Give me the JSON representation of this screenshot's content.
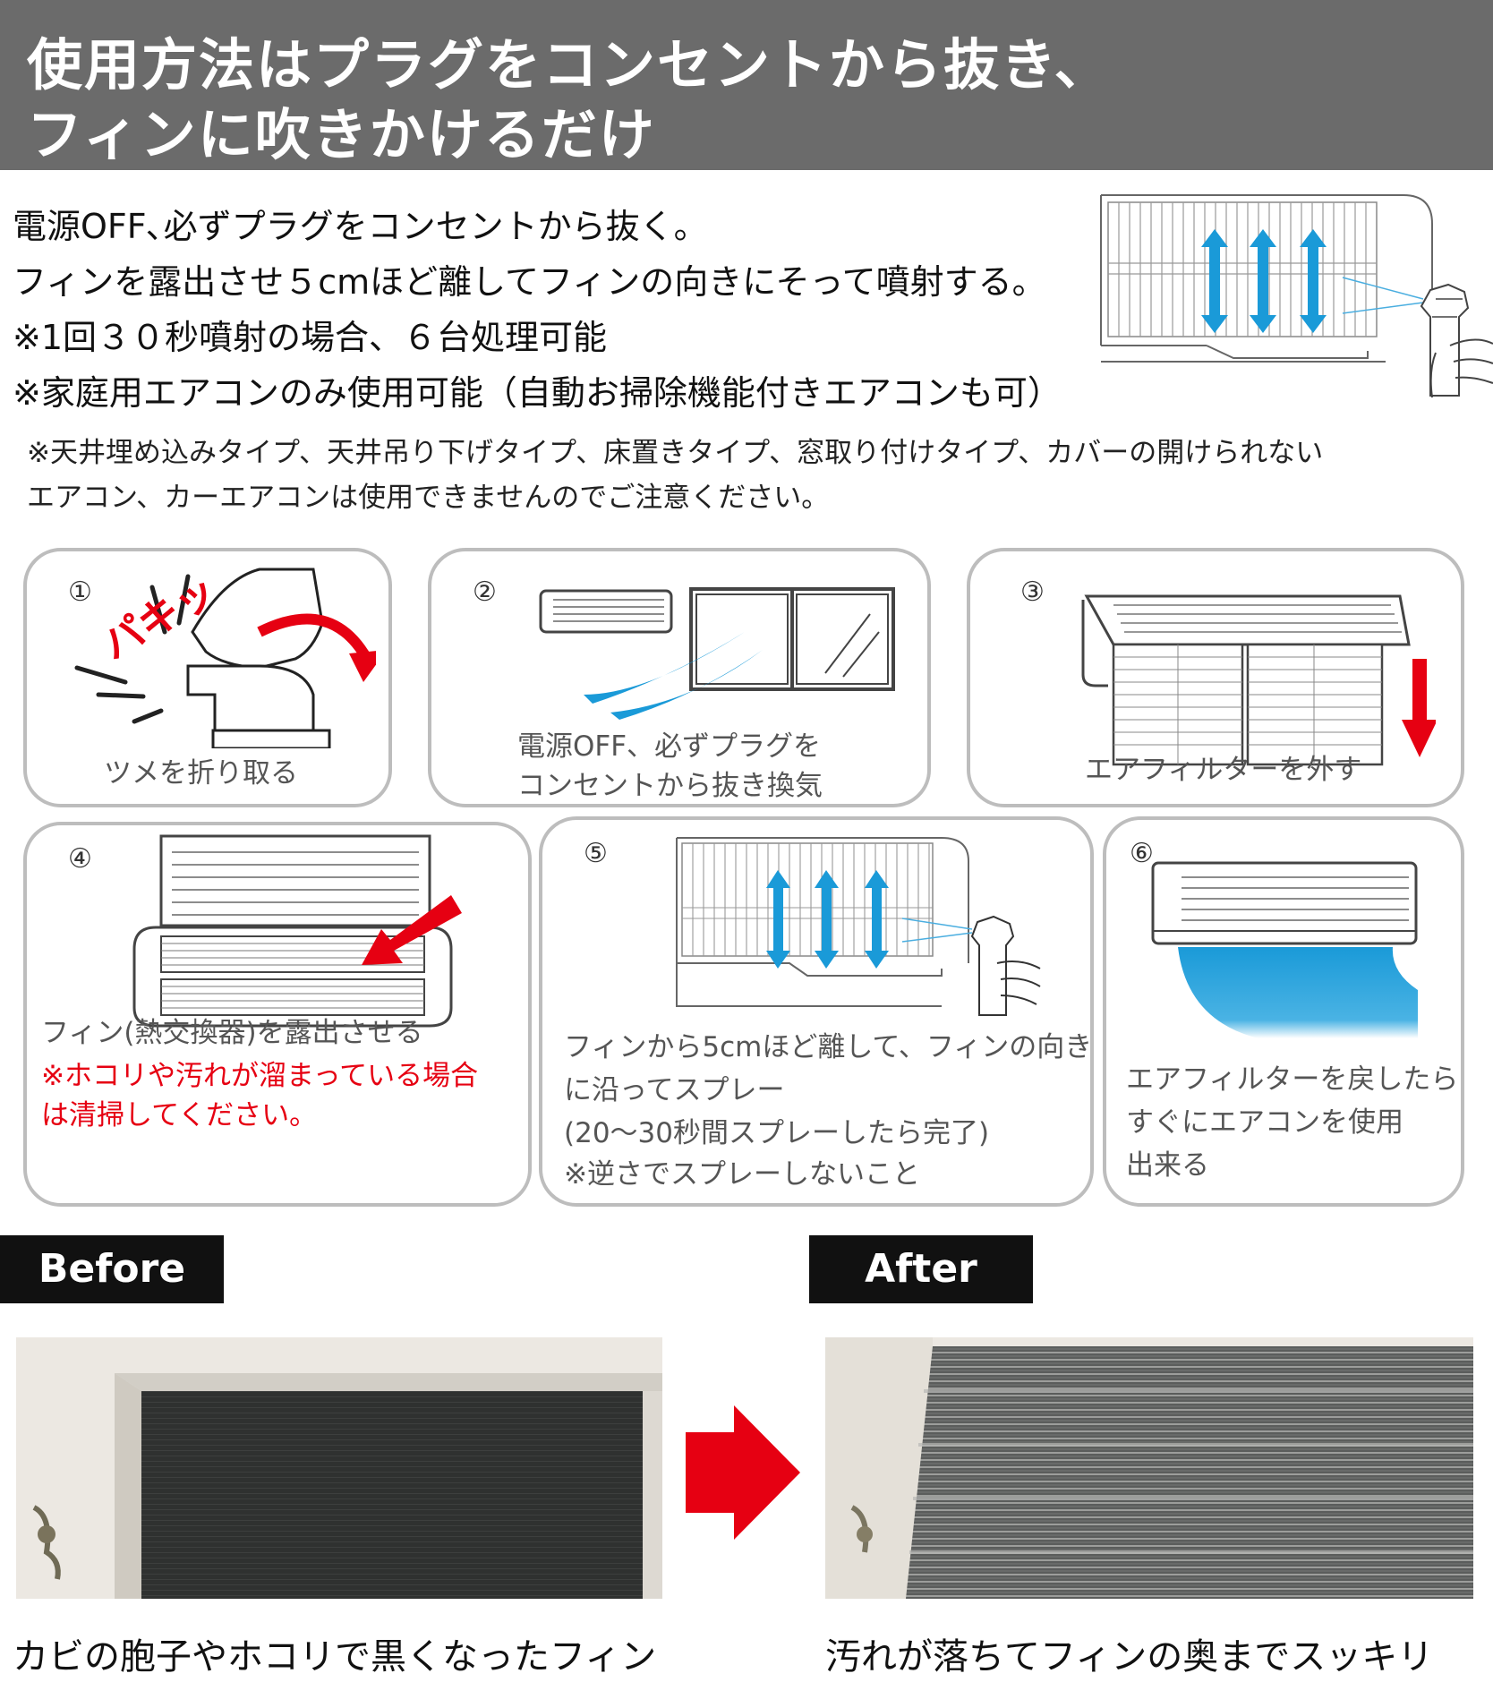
{
  "header": {
    "line1": "使用方法はプラグをコンセントから抜き、",
    "line2": "フィンに吹きかけるだけ"
  },
  "intro": {
    "lines": [
      "電源OFF､必ずプラグをコンセントから抜く。",
      "フィンを露出させ５cmほど離してフィンの向きにそって噴射する。",
      "※1回３０秒噴射の場合、６台処理可能",
      "※家庭用エアコンのみ使用可能（自動お掃除機能付きエアコンも可）"
    ]
  },
  "note": {
    "lines": [
      "※天井埋め込みタイプ、天井吊り下げタイプ、床置きタイプ、窓取り付けタイプ、カバーの開けられない",
      "エアコン、カーエアコンは使用できませんのでご注意ください。"
    ]
  },
  "steps": [
    {
      "num": "①",
      "caption": [
        "ツメを折り取る"
      ],
      "sfx": "パキッ"
    },
    {
      "num": "②",
      "caption": [
        "電源OFF、必ずプラグを",
        "コンセントから抜き換気"
      ]
    },
    {
      "num": "③",
      "caption": [
        "エアフィルターを外す"
      ]
    },
    {
      "num": "④",
      "caption": [
        "フィン(熱交換器)を露出させる"
      ],
      "warning": [
        "※ホコリや汚れが溜まっている場合",
        "は清掃してください。"
      ]
    },
    {
      "num": "⑤",
      "caption": [
        "フィンから5cmほど離して、フィンの向き",
        "に沿ってスプレー",
        "(20～30秒間スプレーしたら完了)",
        "※逆さでスプレーしないこと"
      ]
    },
    {
      "num": "⑥",
      "caption": [
        "エアフィルターを戻したら",
        "すぐにエアコンを使用",
        "出来る"
      ]
    }
  ],
  "before": {
    "label": "Before",
    "caption": "カビの胞子やホコリで黒くなったフィン"
  },
  "after": {
    "label": "After",
    "caption": "汚れが落ちてフィンの奥までスッキリ"
  },
  "colors": {
    "header_bg": "#6b6b6b",
    "spray_blue": "#1a9ad8",
    "arrow_red": "#e60012",
    "card_border": "#bdbdbd"
  }
}
